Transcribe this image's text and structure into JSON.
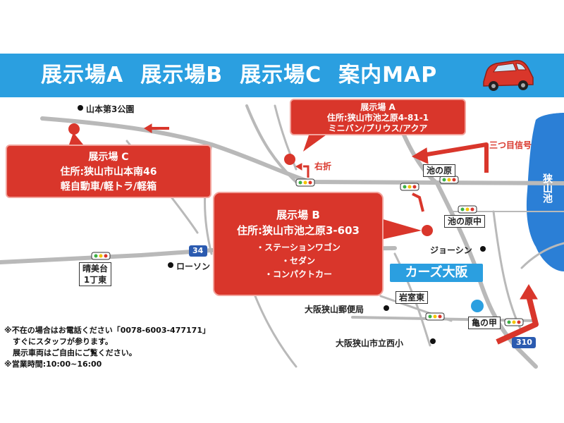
{
  "title": {
    "parts": [
      "展示場A",
      "展示場B",
      "展示場C",
      "案内MAP"
    ]
  },
  "colors": {
    "banner": "#2b9fe0",
    "callout": "#d9362b",
    "road": "#b9b9b9",
    "pond": "#2b7fd6"
  },
  "icons": [
    "car-icon",
    "traffic-light-icon",
    "location-dot-icon",
    "arrow-icon"
  ],
  "callouts": {
    "a": {
      "name": "展示場 A",
      "address": "住所:狭山市池之原4-81-1",
      "types": "ミニバン/プリウス/アクア"
    },
    "b": {
      "name": "展示場 B",
      "address": "住所:狭山市池之原3-603",
      "items": [
        "・ステーションワゴン",
        "・セダン",
        "・コンパクトカー"
      ]
    },
    "c": {
      "name": "展示場 C",
      "address": "住所:狭山市山本南46",
      "types": "軽自動車/軽トラ/軽箱"
    }
  },
  "labels": {
    "park": "山本第3公園",
    "lawson": "ローソン",
    "jyoshin": "ジョーシン",
    "post": "大阪狭山郵便局",
    "school": "大阪狭山市立西小",
    "sayama_pond": "狭山池",
    "right_turn": "右折",
    "mitsume": "三つ目信号",
    "cars_osaka": "カーズ大阪",
    "route34": "34",
    "route310": "310"
  },
  "intersections": {
    "ikenohara": "池の原",
    "ikenohara_naka": "池の原中",
    "iwamuro_higashi": "岩室東",
    "kamenokou": "亀の甲",
    "seibidai": "晴美台",
    "seibidai2": "1丁東"
  },
  "notes": [
    "※不在の場合はお電話ください「0078-6003-477171」",
    "すぐにスタッフが参ります。",
    "展示車両はご自由にご覧ください。",
    "※営業時間:10:00~16:00"
  ]
}
